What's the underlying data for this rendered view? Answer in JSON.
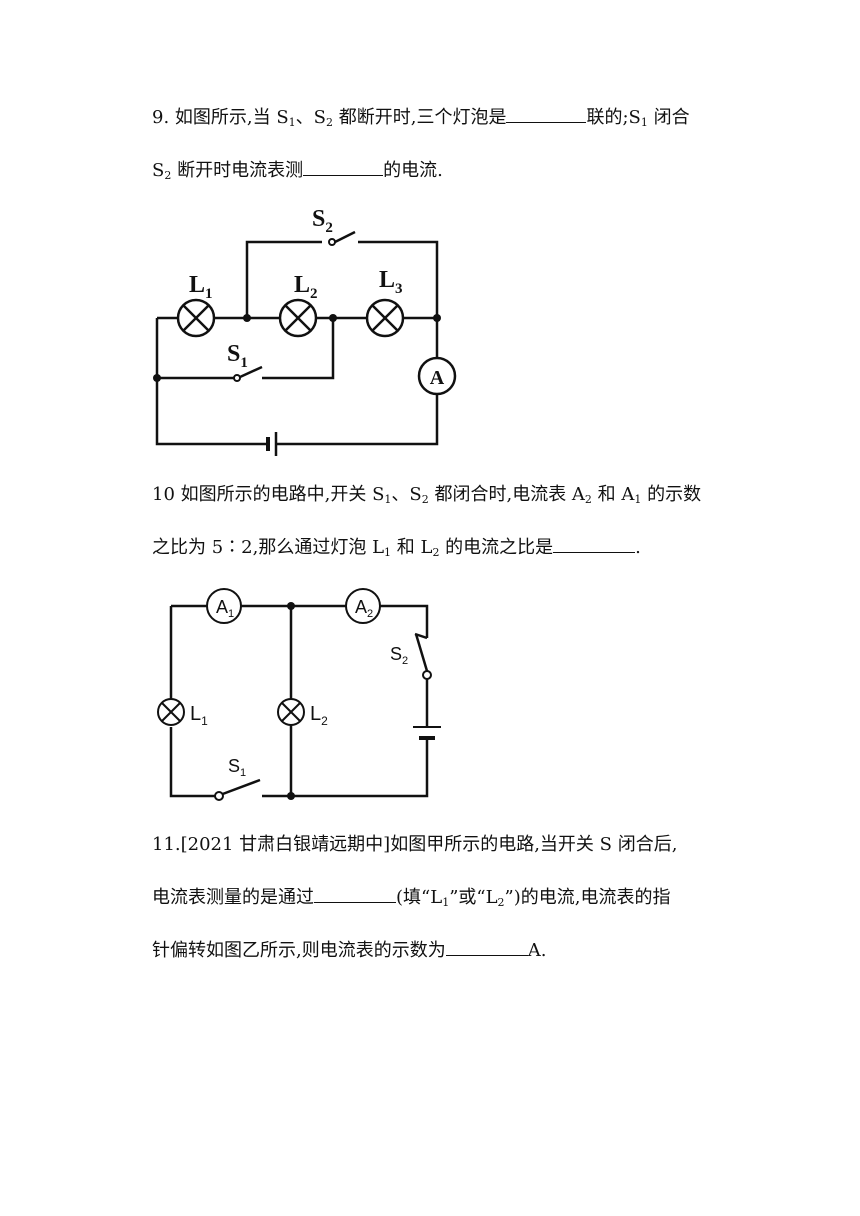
{
  "q9": {
    "line1_a": "9.  如图所示,当 S",
    "line1_b": "1",
    "line1_c": "、S",
    "line1_d": "2",
    "line1_e": " 都断开时,三个灯泡是",
    "line1_f": "联的;S",
    "line1_g": "1",
    "line1_h": " 闭合",
    "line2_a": "S",
    "line2_b": "2",
    "line2_c": " 断开时电流表测",
    "line2_d": "的电流."
  },
  "circuit1": {
    "s2": "S",
    "s2_sub": "2",
    "l1": "L",
    "l1_sub": "1",
    "l2": "L",
    "l2_sub": "2",
    "l3": "L",
    "l3_sub": "3",
    "s1": "S",
    "s1_sub": "1",
    "ammeter": "A"
  },
  "q10": {
    "line1_a": "10 如图所示的电路中,开关 S",
    "line1_b": "1",
    "line1_c": "、S",
    "line1_d": "2",
    "line1_e": " 都闭合时,电流表 A",
    "line1_f": "2",
    "line1_g": " 和 A",
    "line1_h": "1",
    "line1_i": " 的示数",
    "line2_a": "之比为 5∶2,那么通过灯泡 L",
    "line2_b": "1",
    "line2_c": " 和 L",
    "line2_d": "2",
    "line2_e": " 的电流之比是",
    "line2_f": "."
  },
  "circuit2": {
    "a1": "A",
    "a1_sub": "1",
    "a2": "A",
    "a2_sub": "2",
    "s2": "S",
    "s2_sub": "2",
    "l1": "L",
    "l1_sub": "1",
    "l2": "L",
    "l2_sub": "2",
    "s1": "S",
    "s1_sub": "1"
  },
  "q11": {
    "line1": "11.[2021 甘肃白银靖远期中]如图甲所示的电路,当开关 S 闭合后,",
    "line2_a": "电流表测量的是通过",
    "line2_b": "(填“L",
    "line2_c": "1",
    "line2_d": "”或“L",
    "line2_e": "2",
    "line2_f": "”)的电流,电流表的指",
    "line3_a": "针偏转如图乙所示,则电流表的示数为",
    "line3_b": "A."
  }
}
